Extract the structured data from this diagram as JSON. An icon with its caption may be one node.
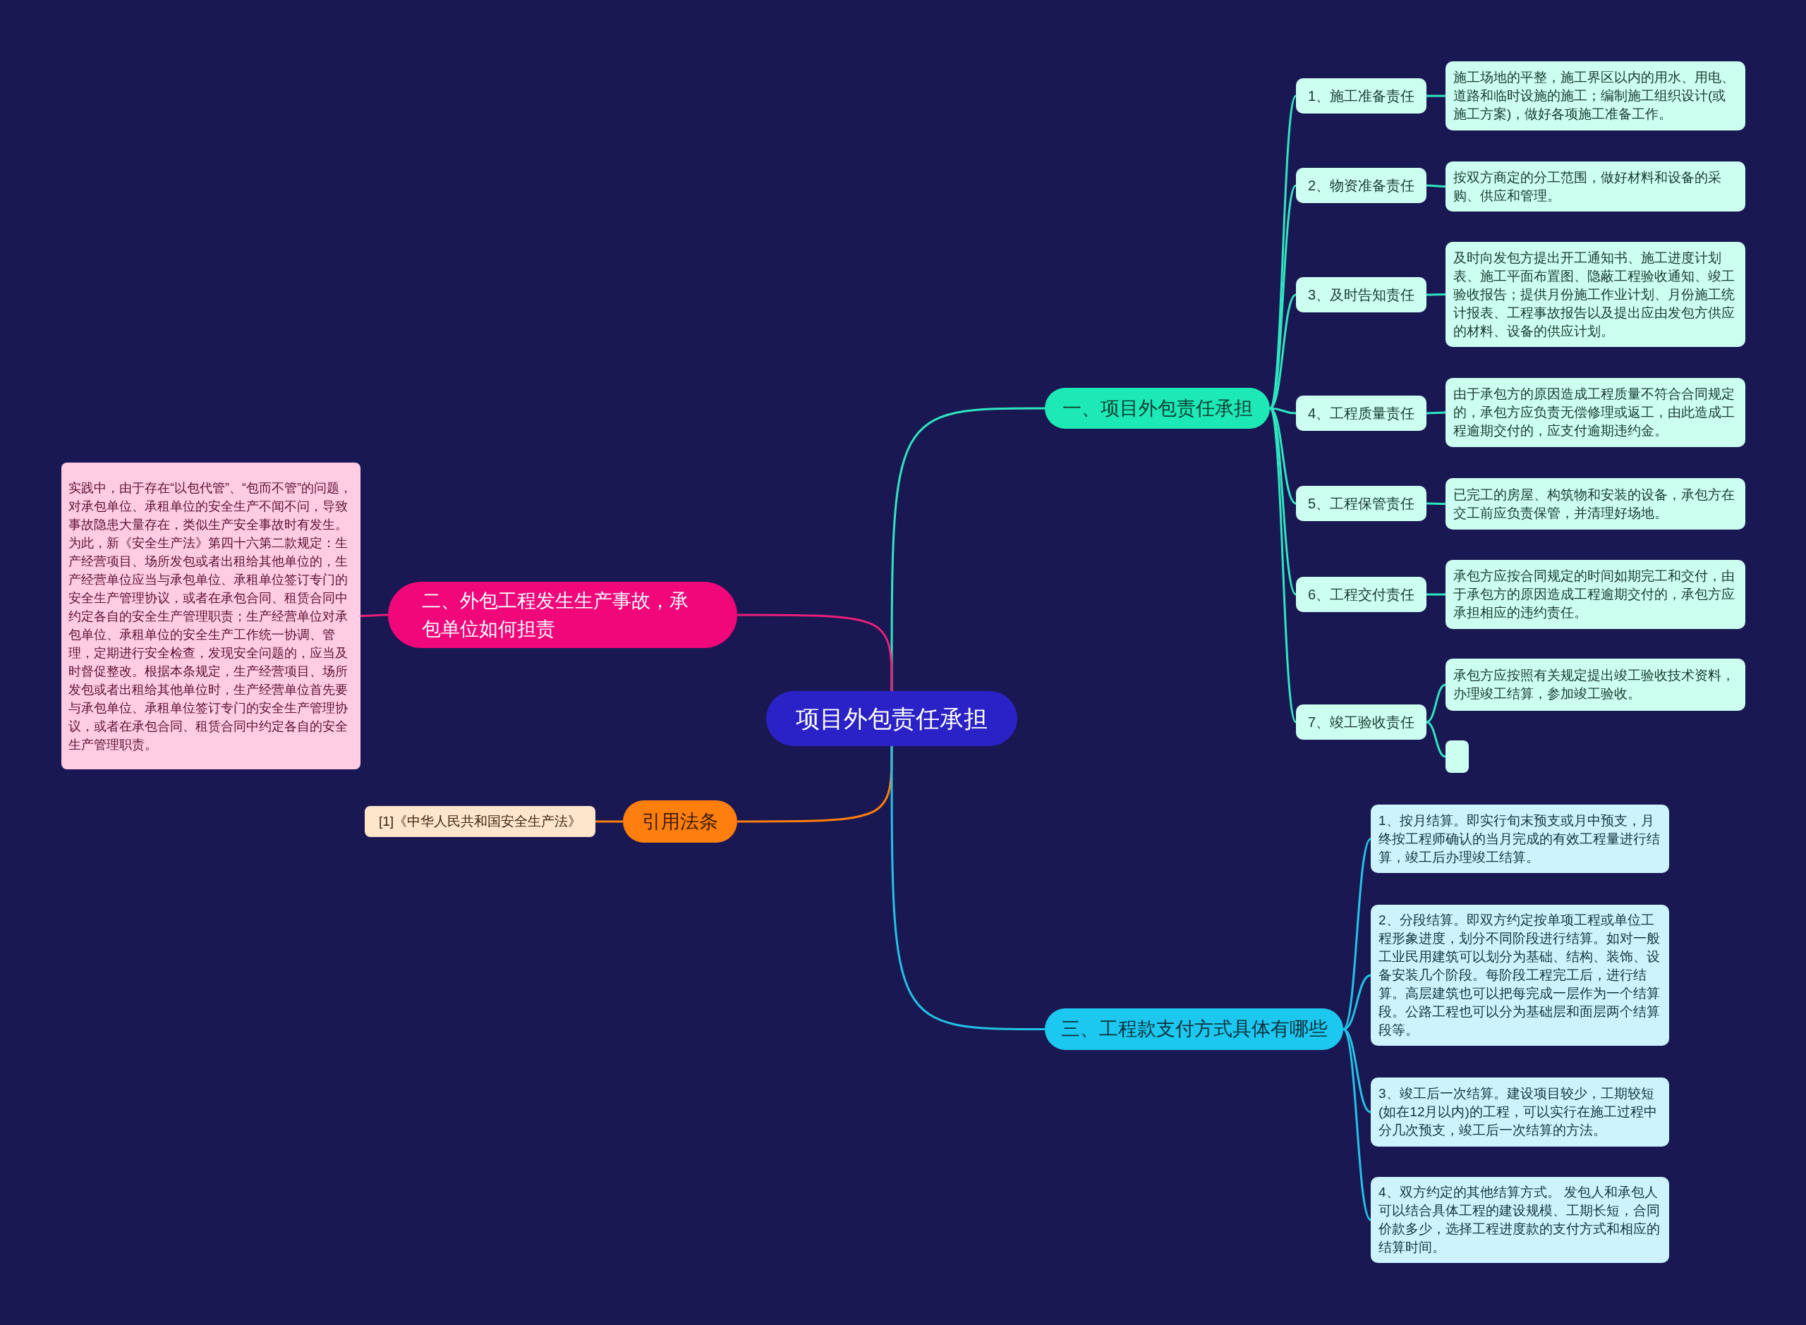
{
  "diagram": {
    "nodes": [
      {
        "text": [
          "项目外包责任承担"
        ]
      },
      {
        "text": [
          "一、项目外包责任承担"
        ]
      },
      {
        "text": [
          "1、施工准备责任"
        ]
      },
      {
        "text": [
          "施工场地的平整，施工界区以内的用水、用电、道路和临时设施的施工；编制施工组织设计(或施工方案)，做好各项施工准备工作。"
        ]
      },
      {
        "text": [
          "2、物资准备责任"
        ]
      },
      {
        "text": [
          "按双方商定的分工范围，做好材料和设备的采购、供应和管理。"
        ]
      },
      {
        "text": [
          "3、及时告知责任"
        ]
      },
      {
        "text": [
          "及时向发包方提出开工通知书、施工进度计划表、施工平面布置图、隐蔽工程验收通知、竣工验收报告；提供月份施工作业计划、月份施工统计报表、工程事故报告以及提出应由发包方供应的材料、设备的供应计划。"
        ]
      },
      {
        "text": [
          "4、工程质量责任"
        ]
      },
      {
        "text": [
          "由于承包方的原因造成工程质量不符合合同规定的，承包方应负责无偿修理或返工，由此造成工程逾期交付的，应支付逾期违约金。"
        ]
      },
      {
        "text": [
          "5、工程保管责任"
        ]
      },
      {
        "text": [
          "已完工的房屋、构筑物和安装的设备，承包方在交工前应负责保管，并清理好场地。"
        ]
      },
      {
        "text": [
          "6、工程交付责任"
        ]
      },
      {
        "text": [
          "承包方应按合同规定的时间如期完工和交付，由于承包方的原因造成工程逾期交付的，承包方应承担相应的违约责任。"
        ]
      },
      {
        "text": [
          "7、竣工验收责任"
        ]
      },
      {
        "text": [
          "承包方应按照有关规定提出竣工验收技术资料，办理竣工结算，参加竣工验收。"
        ]
      },
      {
        "text": [],
        "shape": "box"
      },
      {
        "text": [
          "二、外包工程发生生产事故，承包单位如何担责"
        ]
      },
      {
        "text": [
          "实践中，由于存在“以包代管”、“包而不管”的问题，对承包单位、承租单位的安全生产不闻不问，导致事故隐患大量存在，类似生产安全事故时有发生。为此，新《安全生产法》第四十六第二款规定：生产经营项目、场所发包或者出租给其他单位的，生产经营单位应当与承包单位、承租单位签订专门的安全生产管理协议，或者在承包合同、租赁合同中约定各自的安全生产管理职责；生产经营单位对承包单位、承租单位的安全生产工作统一协调、管理，定期进行安全检查，发现安全问题的，应当及时督促整改。根据本条规定，生产经营项目、场所发包或者出租给其他单位时，生产经营单位首先要与承包单位、承租单位签订专门的安全生产管理协议，或者在承包合同、租赁合同中约定各自的安全生产管理职责。"
        ]
      },
      {
        "text": [
          "引用法条"
        ]
      },
      {
        "text": [
          "[1]《中华人民共和国安全生产法》"
        ]
      },
      {
        "text": [
          "三、工程款支付方式具体有哪些"
        ]
      },
      {
        "text": [
          "1、按月结算。即实行旬末预支或月中预支，月终按工程师确认的当月完成的有效工程量进行结算，竣工后办理竣工结算。"
        ]
      },
      {
        "text": [
          "2、分段结算。即双方约定按单项工程或单位工程形象进度，划分不同阶段进行结算。如对一般工业民用建筑可以划分为基础、结构、装饰、设备安装几个阶段。每阶段工程完工后，进行结算。高层建筑也可以把每完成一层作为一个结算段。公路工程也可以分为基础层和面层两个结算段等。"
        ]
      },
      {
        "text": [
          "3、竣工后一次结算。建设项目较少，工期较短(如在12月以内)的工程，可以实行在施工过程中分几次预支，竣工后一次结算的方法。"
        ]
      },
      {
        "text": [
          "4、双方约定的其他结算方式。 发包人和承包人可以结合具体工程的建设规模、工期长短，合同价款多少，选择工程进度款的支付方式和相应的结算时间。"
        ]
      }
    ],
    "edges": [
      {
        "from": 0,
        "to": 1,
        "arrow": "none"
      },
      {
        "from": 0,
        "to": 17,
        "arrow": "none",
        "color": "#e8207a"
      },
      {
        "from": 0,
        "to": 19,
        "arrow": "none",
        "color": "#ff7f0e"
      },
      {
        "from": 0,
        "to": 21,
        "arrow": "none",
        "color": "#22c3e6"
      },
      {
        "from": 1,
        "to": 2,
        "arrow": "none"
      },
      {
        "from": 1,
        "to": 4,
        "arrow": "none"
      },
      {
        "from": 1,
        "to": 6,
        "arrow": "none"
      },
      {
        "from": 1,
        "to": 8,
        "arrow": "none"
      },
      {
        "from": 1,
        "to": 10,
        "arrow": "none"
      },
      {
        "from": 1,
        "to": 12,
        "arrow": "none"
      },
      {
        "from": 1,
        "to": 14,
        "arrow": "none"
      },
      {
        "from": 2,
        "to": 3,
        "arrow": "none"
      },
      {
        "from": 4,
        "to": 5,
        "arrow": "none"
      },
      {
        "from": 6,
        "to": 7,
        "arrow": "none"
      },
      {
        "from": 8,
        "to": 9,
        "arrow": "none"
      },
      {
        "from": 10,
        "to": 11,
        "arrow": "none"
      },
      {
        "from": 12,
        "to": 13,
        "arrow": "none"
      },
      {
        "from": 14,
        "to": 15,
        "arrow": "none"
      },
      {
        "from": 14,
        "to": 16,
        "arrow": "none"
      },
      {
        "from": 17,
        "to": 18,
        "arrow": "none",
        "color": "#e8207a"
      },
      {
        "from": 19,
        "to": 20,
        "arrow": "none",
        "color": "#ff7f0e"
      },
      {
        "from": 21,
        "to": 22,
        "arrow": "none",
        "color": "#22c3e6"
      },
      {
        "from": 21,
        "to": 23,
        "arrow": "none",
        "color": "#22c3e6"
      },
      {
        "from": 21,
        "to": 24,
        "arrow": "none",
        "color": "#22c3e6"
      },
      {
        "from": 21,
        "to": 25,
        "arrow": "none",
        "color": "#22c3e6"
      }
    ]
  }
}
